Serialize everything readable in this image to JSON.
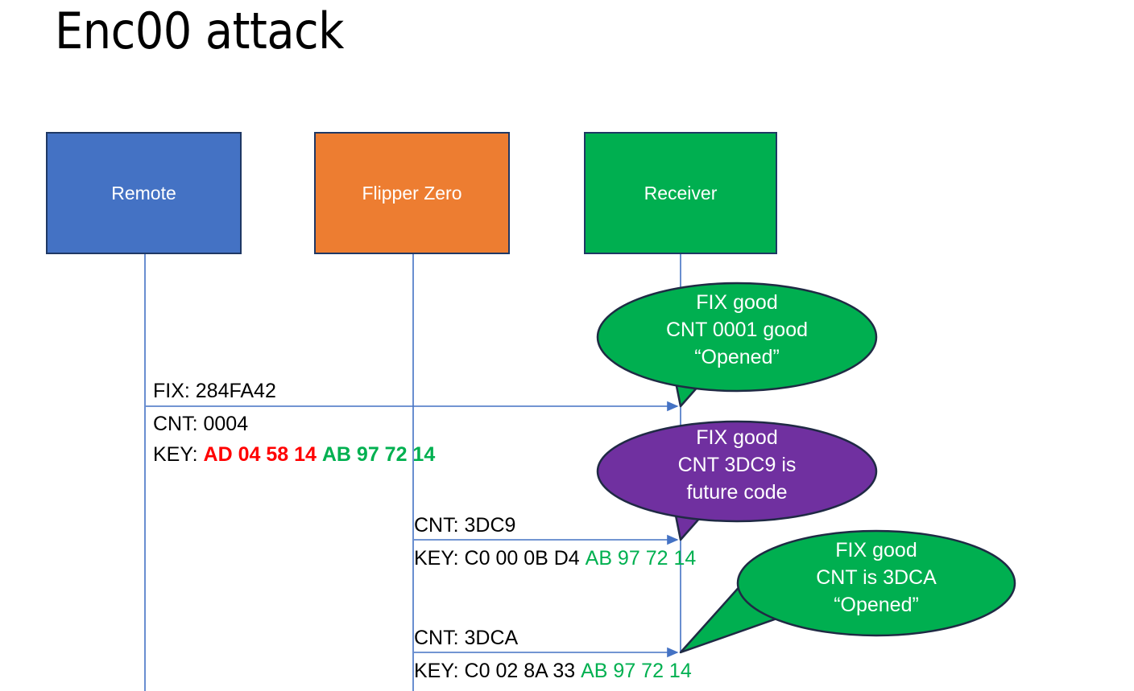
{
  "slide": {
    "title": "Enc00 attack",
    "background": "#FFFFFF"
  },
  "colors": {
    "remote": "#4472C4",
    "flipper": "#ED7D31",
    "receiver": "#00AF50",
    "bubble_good": "#00AF50",
    "bubble_future": "#7030A0",
    "box_border": "#1F3864",
    "lifeline": "#4472C4",
    "text_red": "#FF0000",
    "text_green": "#00B050",
    "text_black": "#000000"
  },
  "actors": [
    {
      "id": "remote",
      "label": "Remote"
    },
    {
      "id": "flipper",
      "label": "Flipper Zero"
    },
    {
      "id": "receiver",
      "label": "Receiver"
    }
  ],
  "messages": [
    {
      "id": "msg1",
      "from": "remote",
      "to": "receiver",
      "lines": [
        {
          "id": "fix",
          "label": "FIX: 284FA42"
        },
        {
          "id": "cnt",
          "label": "CNT: 0004"
        }
      ],
      "key": {
        "label": "KEY:",
        "part_red": "AD 04 58 14",
        "part_green": "AB 97 72 14"
      }
    },
    {
      "id": "msg2",
      "from": "flipper",
      "to": "receiver",
      "lines": [
        {
          "id": "cnt",
          "label": "CNT: 3DC9"
        }
      ],
      "key": {
        "label": "KEY:",
        "part_black": "C0 00 0B D4",
        "part_green": "AB 97 72 14"
      }
    },
    {
      "id": "msg3",
      "from": "flipper",
      "to": "receiver",
      "lines": [
        {
          "id": "cnt",
          "label": "CNT: 3DCA"
        }
      ],
      "key": {
        "label": "KEY:",
        "part_black": "C0 02 8A 33",
        "part_green": "AB 97 72 14"
      }
    }
  ],
  "bubbles": [
    {
      "id": "bubble1",
      "color": "#00AF50",
      "line1": "FIX good",
      "line2": "CNT 0001 good",
      "line3": "“Opened”"
    },
    {
      "id": "bubble2",
      "color": "#7030A0",
      "line1": "FIX good",
      "line2": "CNT 3DC9 is",
      "line3": "future code"
    },
    {
      "id": "bubble3",
      "color": "#00AF50",
      "line1": "FIX good",
      "line2": "CNT is 3DCA",
      "line3": "“Opened”"
    }
  ]
}
